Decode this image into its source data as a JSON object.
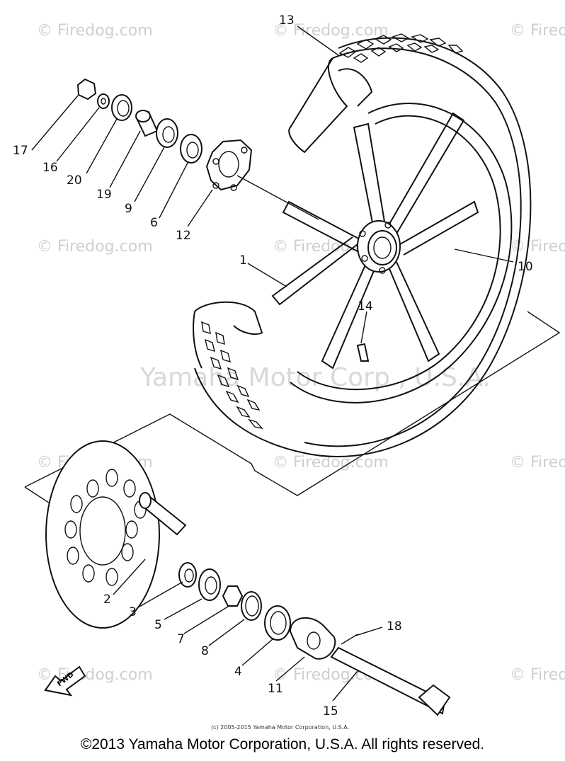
{
  "labels": {
    "p1": "1",
    "p2": "2",
    "p3": "3",
    "p4": "4",
    "p5": "5",
    "p6": "6",
    "p7": "7",
    "p8": "8",
    "p9": "9",
    "p10": "10",
    "p11": "11",
    "p12": "12",
    "p13": "13",
    "p14": "14",
    "p15": "15",
    "p16": "16",
    "p17": "17",
    "p18": "18",
    "p19": "19",
    "p20": "20"
  },
  "fwd_label": "FWD",
  "watermark": "© Firedog.com",
  "center_watermark": "Yamaha Motor Corp., U.S.A.",
  "small_copyright": "(c) 2005-2015 Yamaha Motor Corporation, U.S.A.",
  "copyright": "©2013 Yamaha Motor Corporation, U.S.A. All rights reserved."
}
